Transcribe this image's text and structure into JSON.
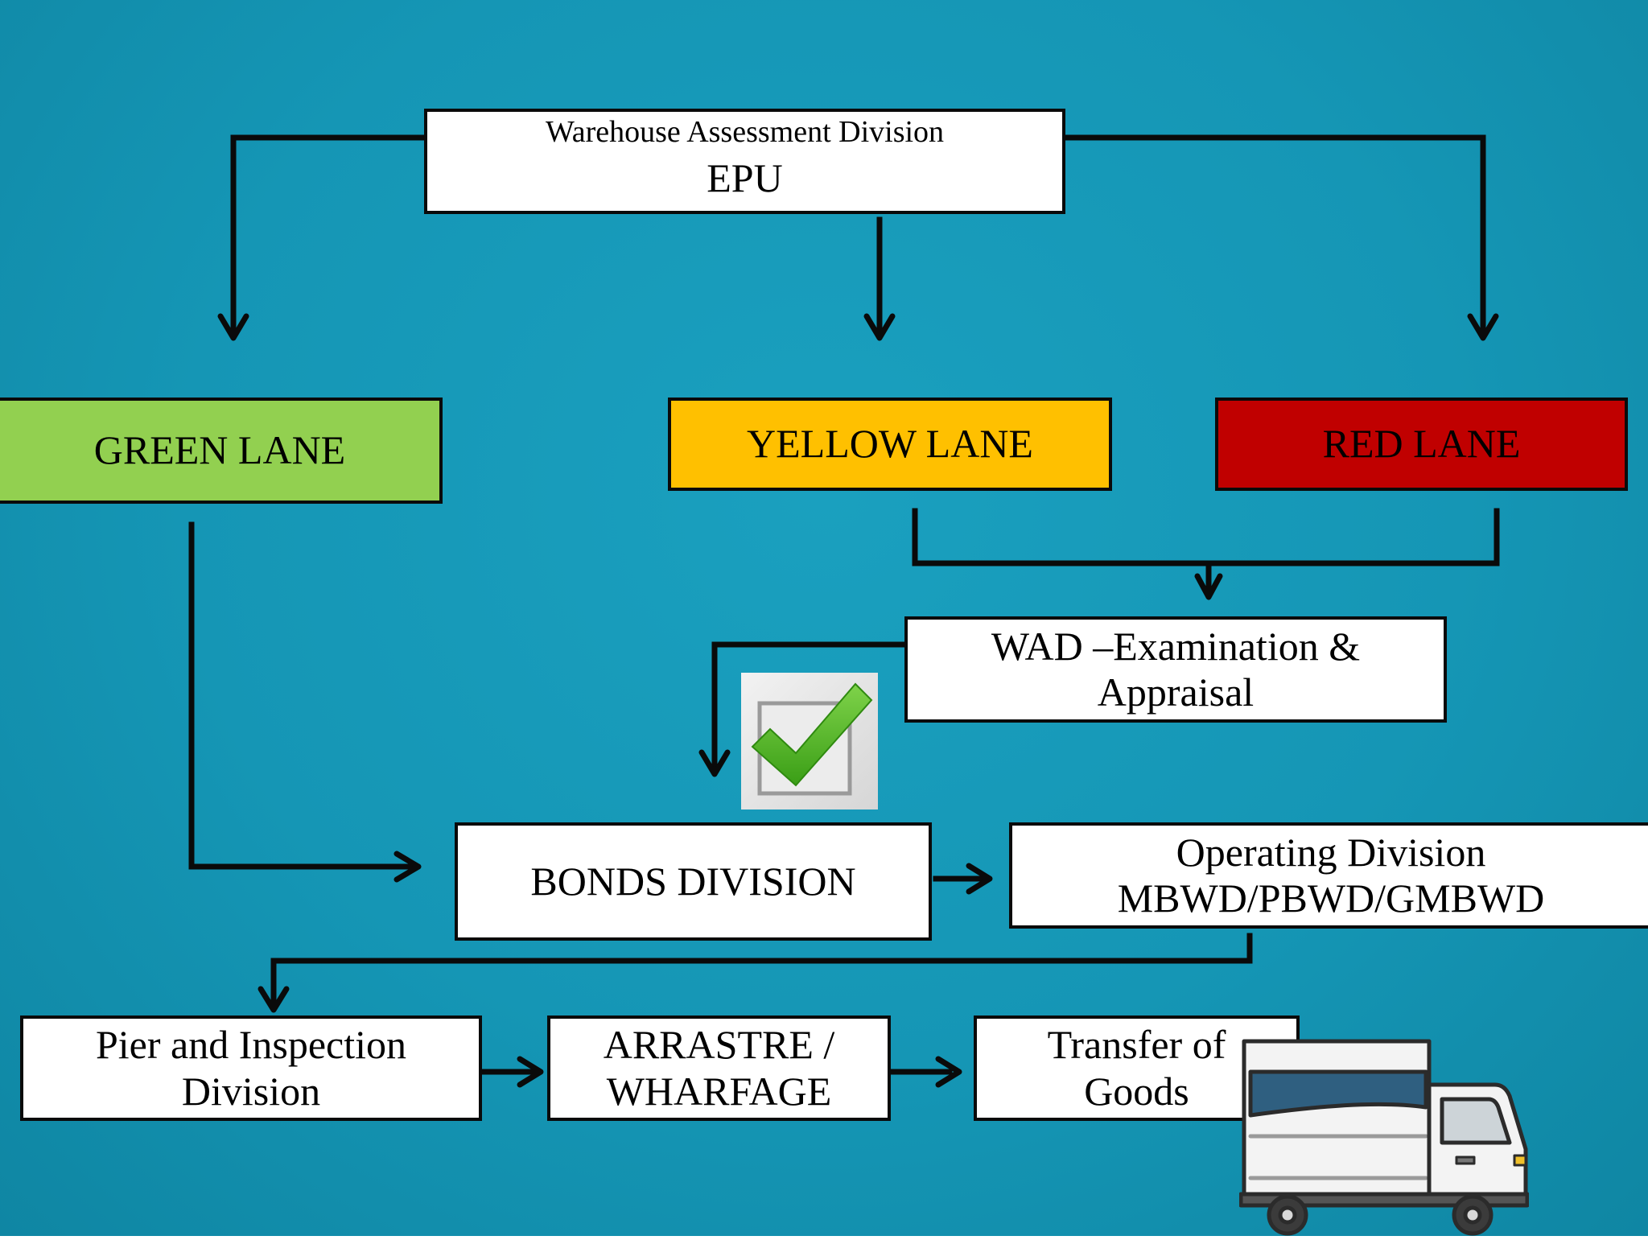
{
  "diagram": {
    "nodes": {
      "epu": {
        "line1": "Warehouse Assessment Division",
        "line2": "EPU"
      },
      "green_lane": {
        "label": "GREEN LANE",
        "fill": "#92d050"
      },
      "yellow_lane": {
        "label": "YELLOW LANE",
        "fill": "#ffc000"
      },
      "red_lane": {
        "label": "RED LANE",
        "fill": "#c00000"
      },
      "wad": {
        "line1": "WAD –Examination &",
        "line2": "Appraisal"
      },
      "bonds": {
        "label": "BONDS DIVISION"
      },
      "operating": {
        "line1": "Operating Division",
        "line2": "MBWD/PBWD/GMBWD"
      },
      "pier": {
        "line1": "Pier and Inspection",
        "line2": "Division"
      },
      "arrastre": {
        "line1": "ARRASTRE /",
        "line2": "WHARFAGE"
      },
      "transfer": {
        "line1": "Transfer of",
        "line2": "Goods"
      }
    },
    "edges": [
      {
        "from": "epu",
        "to": "green_lane"
      },
      {
        "from": "epu",
        "to": "yellow_lane"
      },
      {
        "from": "epu",
        "to": "red_lane"
      },
      {
        "from": "yellow_lane",
        "to": "wad"
      },
      {
        "from": "red_lane",
        "to": "wad"
      },
      {
        "from": "wad",
        "to": "bonds"
      },
      {
        "from": "green_lane",
        "to": "bonds"
      },
      {
        "from": "bonds",
        "to": "operating"
      },
      {
        "from": "operating",
        "to": "pier"
      },
      {
        "from": "pier",
        "to": "arrastre"
      },
      {
        "from": "arrastre",
        "to": "transfer"
      }
    ],
    "images": [
      {
        "name": "checkmark-icon"
      },
      {
        "name": "delivery-truck-icon"
      }
    ],
    "colors": {
      "background": "#1596b5",
      "line": "#0a0a0a",
      "box": "#ffffff",
      "check_green": "#4bb81f"
    }
  }
}
